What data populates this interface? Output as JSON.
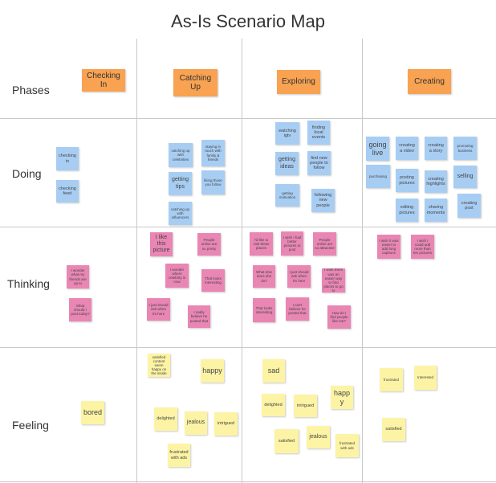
{
  "title": "As-Is Scenario Map",
  "rows": {
    "phases": "Phases",
    "doing": "Doing",
    "thinking": "Thinking",
    "feeling": "Feeling"
  },
  "phases": {
    "checking_in": "Checking In",
    "catching_up": "Catching Up",
    "exploring": "Exploring",
    "creating": "Creating"
  },
  "doing": {
    "checking_in": [
      "checking in",
      "checking feed"
    ],
    "catching_up": [
      "catching up with celebrities",
      "staying in touch with family & friends",
      "getting tips",
      "liking those you follow",
      "catching up with influencers"
    ],
    "exploring": [
      "watching igtv",
      "finding local events",
      "getting ideas",
      "find new people to follow",
      "getting motivation",
      "following new people"
    ],
    "creating": [
      "going live",
      "creating a video",
      "creating a story",
      "promoting business",
      "purchasing",
      "posting pictures",
      "creating highlights",
      "selling",
      "editing pictures",
      "sharing moments",
      "creating post"
    ]
  },
  "thinking": {
    "checking_in": [
      "I wonder what my friends are up to",
      "What should I post today?"
    ],
    "catching_up": [
      "I like this picture",
      "People online are so pretty",
      "I wonder where celebrity is now",
      "That looks interesting",
      "I just should ask when it's here",
      "I really believe he posted that"
    ],
    "exploring": [
      "I'd like to visit these places",
      "I wish I had better pictures to post",
      "People online are so attractive",
      "What else does she do?",
      "I just should ask when it's here",
      "I wish there was an easier way to find places to go to",
      "That looks interesting",
      "I can't believe he posted that",
      "How do I find people like me?"
    ],
    "creating": [
      "I wish it was easier to add long captions",
      "I wish I could add more than ten pictures"
    ]
  },
  "feeling": {
    "checking_in": [
      "bored"
    ],
    "catching_up": [
      "satisfied content seem happy on the inside",
      "happy",
      "delighted",
      "jealous",
      "intrigued",
      "frustrated with ads"
    ],
    "exploring": [
      "sad",
      "delighted",
      "intrigued",
      "happy",
      "satisfied",
      "jealous",
      "frustrated with ads"
    ],
    "creating": [
      "frustrated",
      "Interested",
      "satisfied"
    ]
  },
  "colors": {
    "phase": "#f8a252",
    "doing": "#a8cdf3",
    "thinking": "#e986b4",
    "feeling": "#fcf4a4",
    "gridline": "#c9c9c9"
  }
}
